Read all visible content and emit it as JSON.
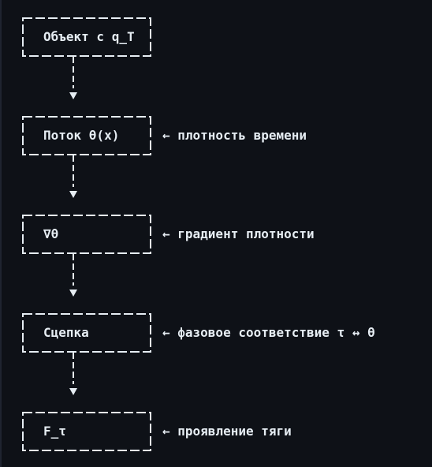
{
  "nodes": [
    {
      "label": "Объект с q_T",
      "annotation": ""
    },
    {
      "label": "Поток θ(x)",
      "annotation": "← плотность времени"
    },
    {
      "label": "∇θ",
      "annotation": "← градиент плотности"
    },
    {
      "label": "Сцепка",
      "annotation": "← фазовое соответствие τ ↔ θ"
    },
    {
      "label": "F_τ",
      "annotation": "← проявление тяги"
    }
  ],
  "colors": {
    "background": "#0e1117",
    "text": "#e6edf3",
    "border": "#e6edf3"
  }
}
